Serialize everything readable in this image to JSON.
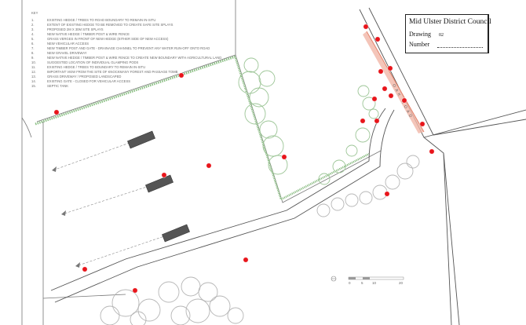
{
  "key": {
    "title": "KEY",
    "items": [
      {
        "num": "1.",
        "text": "EXISTING HEDGE / TREES TO ROAD BOUNDARY TO REMAIN IN-SITU"
      },
      {
        "num": "2.",
        "text": "EXTENT OF EXISTING HEDGE TO BE REMOVED TO CREATE SAFE SITE SPLAYS"
      },
      {
        "num": "3.",
        "text": "PROPOSED 2m x 30m SITE SPLAYS"
      },
      {
        "num": "4.",
        "text": "NEW NATIVE HEDGE / TIMBER POST & WIRE FENCE"
      },
      {
        "num": "5.",
        "text": "GRASS VERGES IN FRONT OF NEW HEDGE (EITHER SIDE OF NEW ACCESS)"
      },
      {
        "num": "6.",
        "text": "NEW VEHICULAR ACCESS"
      },
      {
        "num": "7.",
        "text": "NEW TIMBER POST AND GATE - DRAINAGE CHANNEL TO PREVENT ANY WATER RUN-OFF ONTO ROAD"
      },
      {
        "num": "8.",
        "text": "NEW GRAVEL DRIVEWAY"
      },
      {
        "num": "9.",
        "text": "NEW NATIVE HEDGE / TIMBER POST & WIRE FENCE TO CREATE NEW BOUNDARY WITH AGRICULTURAL LAND"
      },
      {
        "num": "10.",
        "text": "SUGGESTED LOCATION OF INDIVIDUAL GLAMPING PODS"
      },
      {
        "num": "11.",
        "text": "EXISTING HEDGE / TREES TO BOUNDARY TO REMAIN IN-SITU"
      },
      {
        "num": "12.",
        "text": "IMPORTANT VIEW FROM THE SITE OF KNOCKMANY FOREST AND PASSAGE TOMB"
      },
      {
        "num": "13.",
        "text": "GRASS DRIVEWAY / PROPOSED LANDSCAPED"
      },
      {
        "num": "14.",
        "text": "EXISTING GATE - CLOSED FOR VEHICULAR ACCESS"
      },
      {
        "num": "15.",
        "text": "SEPTIC TANK"
      }
    ]
  },
  "title_block": {
    "organisation": "Mid Ulster District Council",
    "drawing_label": "Drawing",
    "drawing_number": "02",
    "number_label": "Number"
  },
  "road_label": "OAK ROAD",
  "scale_bar": {
    "ticks": [
      "0",
      "5",
      "10",
      "20"
    ]
  },
  "colors": {
    "hedge": "#6fa36a",
    "marker": "#e8151b",
    "pod": "#555555",
    "splay": "#e3826a",
    "line": "#555555"
  }
}
